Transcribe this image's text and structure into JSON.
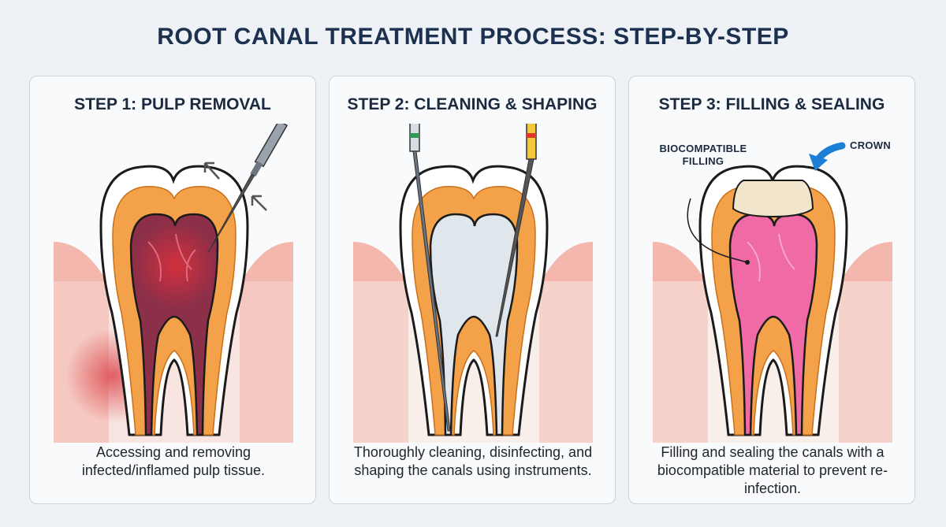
{
  "title": "ROOT CANAL TREATMENT PROCESS: STEP-BY-STEP",
  "steps": [
    {
      "title": "STEP 1: PULP REMOVAL",
      "description": "Accessing and removing infected/inflamed pulp tissue."
    },
    {
      "title": "STEP 2: CLEANING & SHAPING",
      "description": "Thoroughly cleaning, disinfecting, and shaping the canals using instruments."
    },
    {
      "title": "STEP 3: FILLING & SEALING",
      "description": "Filling and sealing the canals with a biocompatible material to prevent re-infection.",
      "labels": {
        "filling": "BIOCOMPATIBLE FILLING",
        "crown": "CROWN"
      }
    }
  ],
  "colors": {
    "enamel": "#ffffff",
    "dentin": "#f4a24a",
    "gum": "#f3b7ad",
    "infection": "#d8333b",
    "infected_pulp": "#8c2f49",
    "cleaned_canal": "#dfe6ec",
    "filling": "#f06aa6",
    "crown": "#f1e6cc",
    "arrow_blue": "#1b7fd6"
  }
}
